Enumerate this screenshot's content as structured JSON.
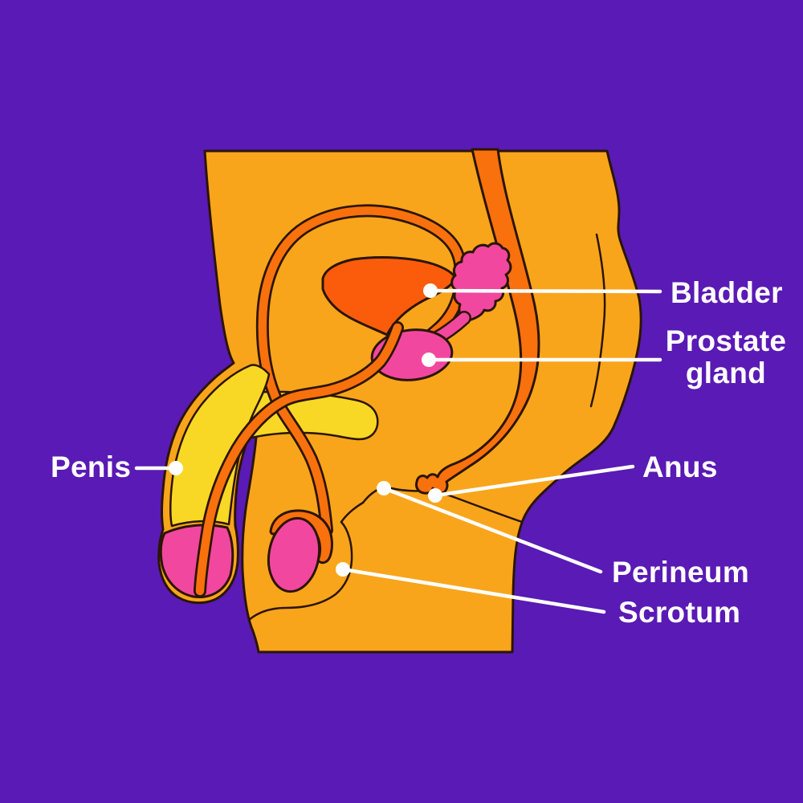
{
  "figure": {
    "type": "anatomy-diagram",
    "labels": {
      "bladder": "Bladder",
      "prostate_line1": "Prostate",
      "prostate_line2": "gland",
      "anus": "Anus",
      "perineum": "Perineum",
      "scrotum": "Scrotum",
      "penis": "Penis"
    },
    "colors": {
      "background": "#5a1ab5",
      "body": "#f9a51b",
      "organ_orange": "#f8710d",
      "bladder_orange": "#fa5c0b",
      "pink": "#f2479e",
      "yellow": "#f8d825",
      "outline": "#2b1505",
      "label_text": "#ffffff",
      "leader_line": "#ffffff"
    }
  }
}
